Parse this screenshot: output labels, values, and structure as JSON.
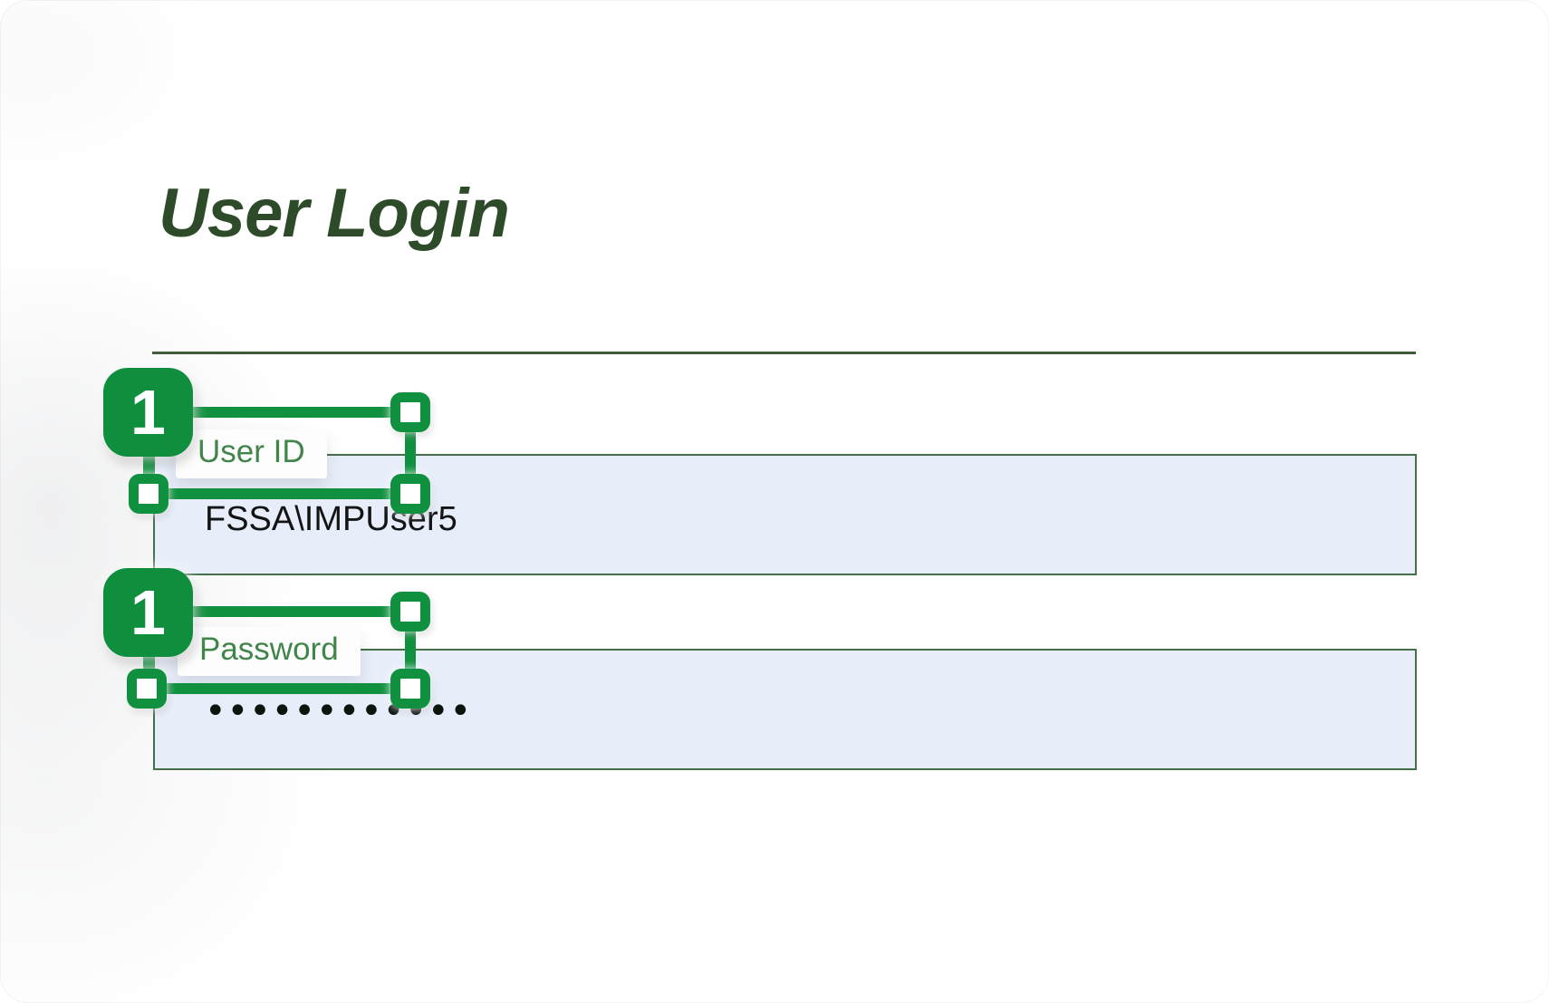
{
  "page": {
    "title": "User Login"
  },
  "form": {
    "fields": [
      {
        "label": "User ID",
        "value": "FSSA\\IMPUser5",
        "type": "text"
      },
      {
        "label": "Password",
        "value": "••••••••••••",
        "masked": true,
        "dot_count": 12
      }
    ]
  },
  "annotations": [
    {
      "badge": "1",
      "target": "User ID label"
    },
    {
      "badge": "1",
      "target": "Password label"
    }
  ],
  "colors": {
    "annotation_green": "#0f8f3e",
    "title_green": "#2e4b29",
    "label_green": "#41854b",
    "field_border_green": "#456f49",
    "field_fill_blue": "#e7eefa",
    "separator_green": "#3f5c39",
    "value_text": "#141414"
  }
}
